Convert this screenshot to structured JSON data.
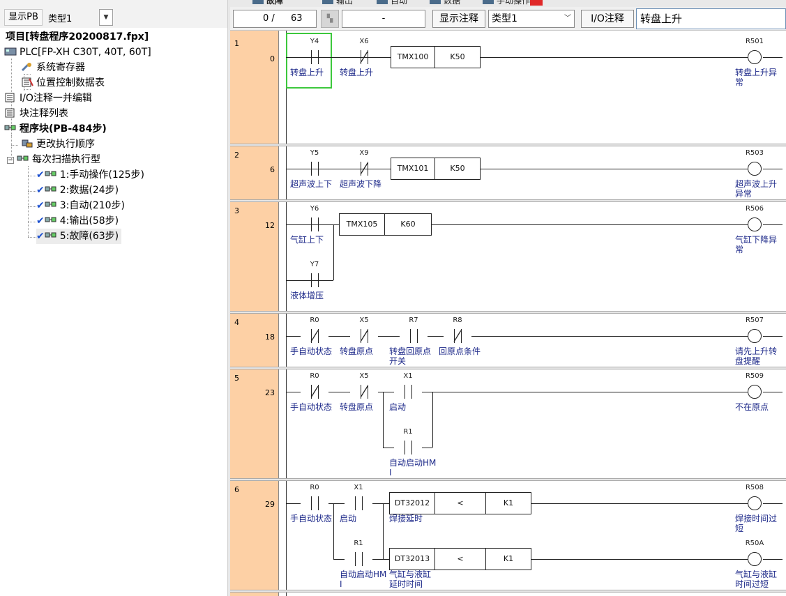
{
  "left_panel": {
    "show_pb_button": "显示PB",
    "type_label": "类型1",
    "tree": {
      "project": "项目[转盘程序20200817.fpx]",
      "plc": "PLC[FP-XH C30T, 40T, 60T]",
      "system_registers": "系统寄存器",
      "position_control_table": "位置控制数据表",
      "io_comment_edit": "I/O注释一并编辑",
      "block_comment_list": "块注释列表",
      "program_blocks": "程序块(PB-484步)",
      "change_exec_order": "更改执行顺序",
      "scan_exec_type": "每次扫描执行型",
      "blocks": [
        {
          "label": "1:手动操作(125步)"
        },
        {
          "label": "2:数据(24步)"
        },
        {
          "label": "3:自动(210步)"
        },
        {
          "label": "4:输出(58步)"
        },
        {
          "label": "5:故障(63步)"
        }
      ]
    }
  },
  "tabs": [
    {
      "label": "故障"
    },
    {
      "label": "输出"
    },
    {
      "label": "自动"
    },
    {
      "label": "数据"
    },
    {
      "label": "手动操作"
    }
  ],
  "toolbar": {
    "step_current": "0 /",
    "step_total": "63",
    "dash_value": "-",
    "show_comment_button": "显示注释",
    "type_select": "类型1",
    "io_comment_label": "I/O注释",
    "io_comment_value": "转盘上升"
  },
  "rungs": [
    {
      "num": "1",
      "step": "0",
      "contacts": [
        {
          "dev": "Y4",
          "cmt": "转盘上升"
        },
        {
          "dev": "X6",
          "cmt": "转盘上升"
        }
      ],
      "timer": {
        "name": "TMX100",
        "k": "K50"
      },
      "coil": {
        "dev": "R501",
        "cmt1": "转盘上升异",
        "cmt2": "常"
      }
    },
    {
      "num": "2",
      "step": "6",
      "contacts": [
        {
          "dev": "Y5",
          "cmt": "超声波上下"
        },
        {
          "dev": "X9",
          "cmt": "超声波下降"
        }
      ],
      "timer": {
        "name": "TMX101",
        "k": "K50"
      },
      "coil": {
        "dev": "R503",
        "cmt1": "超声波上升",
        "cmt2": "异常"
      }
    },
    {
      "num": "3",
      "step": "12",
      "contacts": [
        {
          "dev": "Y6",
          "cmt": "气缸上下"
        },
        {
          "dev": "Y7",
          "cmt": "液体增压"
        }
      ],
      "timer": {
        "name": "TMX105",
        "k": "K60"
      },
      "coil": {
        "dev": "R506",
        "cmt1": "气缸下降异",
        "cmt2": "常"
      }
    },
    {
      "num": "4",
      "step": "18",
      "contacts": [
        {
          "dev": "R0",
          "cmt": "手自动状态"
        },
        {
          "dev": "X5",
          "cmt": "转盘原点"
        },
        {
          "dev": "R7",
          "cmt": "转盘回原点",
          "cmt2": "开关"
        },
        {
          "dev": "R8",
          "cmt": "回原点条件"
        }
      ],
      "coil": {
        "dev": "R507",
        "cmt1": "请先上升转",
        "cmt2": "盘提醒"
      }
    },
    {
      "num": "5",
      "step": "23",
      "contacts": [
        {
          "dev": "R0",
          "cmt": "手自动状态"
        },
        {
          "dev": "X5",
          "cmt": "转盘原点"
        },
        {
          "dev": "X1",
          "cmt": "启动"
        },
        {
          "dev": "R1",
          "cmt": "自动启动HM",
          "cmt2": "I"
        }
      ],
      "coil": {
        "dev": "R509",
        "cmt1": "不在原点"
      }
    },
    {
      "num": "6",
      "step": "29",
      "contacts": [
        {
          "dev": "R0",
          "cmt": "手自动状态"
        },
        {
          "dev": "X1",
          "cmt": "启动"
        },
        {
          "dev": "R1",
          "cmt": "自动启动HM",
          "cmt2": "I"
        }
      ],
      "compares": [
        {
          "reg": "DT32012",
          "op": "<",
          "k": "K1",
          "cmt": "焊接延时"
        },
        {
          "reg": "DT32013",
          "op": "<",
          "k": "K1",
          "cmt": "气缸与液缸",
          "cmt2": "延时时间"
        }
      ],
      "coils": [
        {
          "dev": "R508",
          "cmt1": "焊接时间过",
          "cmt2": "短"
        },
        {
          "dev": "R50A",
          "cmt1": "气缸与液缸",
          "cmt2": "时间过短"
        }
      ]
    }
  ]
}
